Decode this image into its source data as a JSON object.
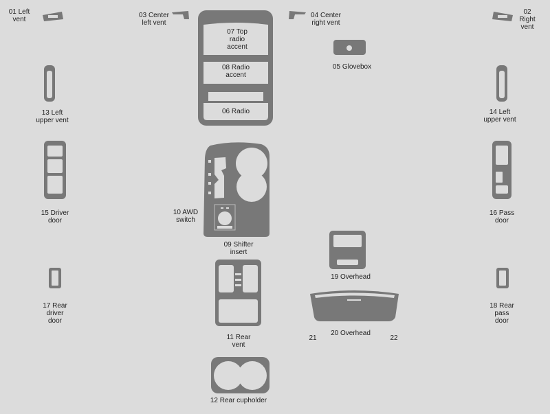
{
  "colors": {
    "background": "#dcdcdc",
    "part": "#787878",
    "text": "#222222"
  },
  "parts": {
    "p01": "01 Left\nvent",
    "p02": "02 Right\nvent",
    "p03": "03 Center\nleft vent",
    "p04": "04 Center\nright vent",
    "p05": "05 Glovebox",
    "p06": "06 Radio",
    "p07": "07 Top\nradio\naccent",
    "p08": "08 Radio\naccent",
    "p09": "09 Shifter\ninsert",
    "p10": "10 AWD\nswitch",
    "p11": "11 Rear\nvent",
    "p12": "12 Rear cupholder",
    "p13": "13 Left\nupper vent",
    "p14": "14 Left\nupper vent",
    "p15": "15 Driver\ndoor",
    "p16": "16 Pass\ndoor",
    "p17": "17 Rear\ndriver\ndoor",
    "p18": "18 Rear\npass\ndoor",
    "p19": "19 Overhead",
    "p20": "20 Overhead",
    "p21": "21",
    "p22": "22"
  }
}
